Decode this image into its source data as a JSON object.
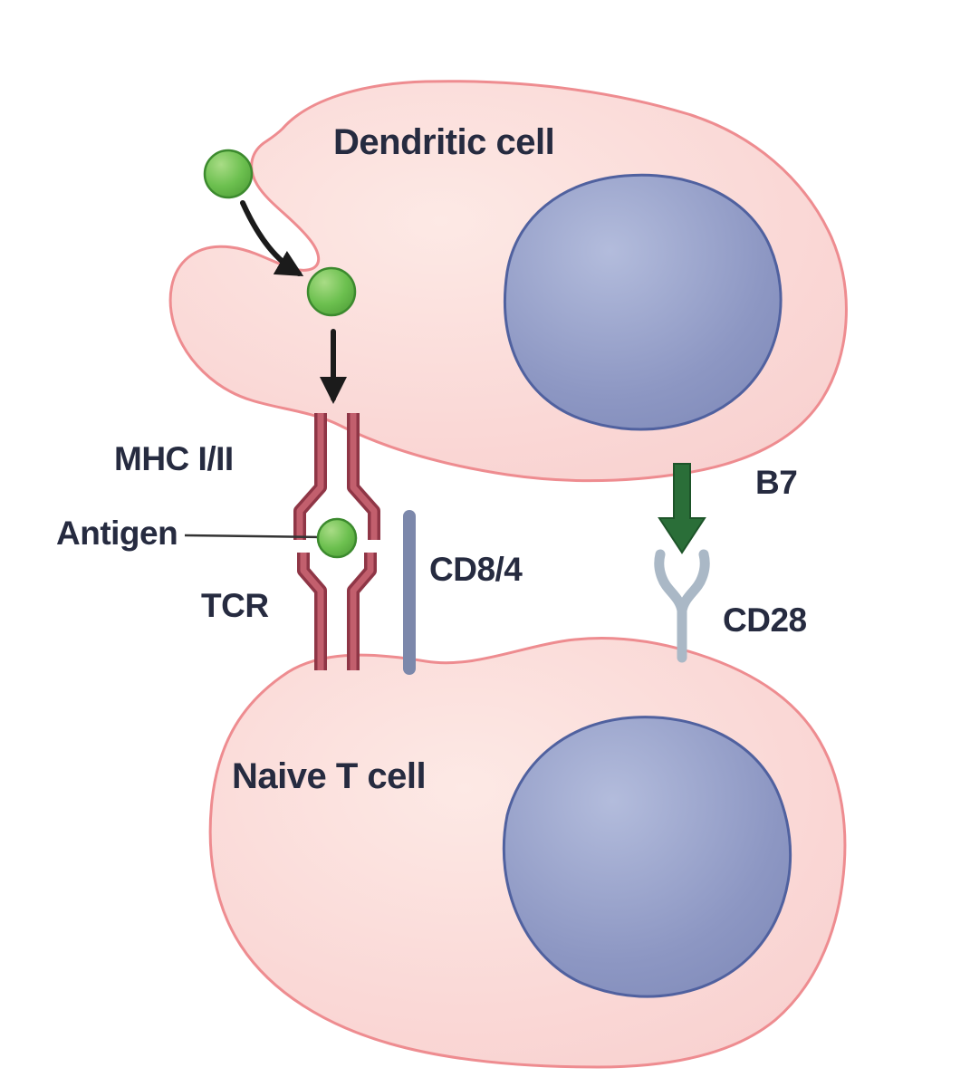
{
  "diagram": {
    "type": "immunology-antigen-presentation-diagram",
    "labels": {
      "dendritic_cell": "Dendritic cell",
      "mhc": "MHC I/II",
      "antigen": "Antigen",
      "tcr": "TCR",
      "cd8_4": "CD8/4",
      "b7": "B7",
      "cd28": "CD28",
      "naive_t_cell": "Naive T cell"
    },
    "colors": {
      "cell_fill": "#fad8d6",
      "cell_highlight": "#fde8e4",
      "cell_stroke": "#ee8c90",
      "nucleus_fill": "#8d97c3",
      "nucleus_stroke": "#50619f",
      "antigen_fill": "#6cc04f",
      "antigen_stroke": "#3c8a2e",
      "mhc_tcr_outer": "#8f3646",
      "mhc_tcr_inner": "#c25f6d",
      "cd8_4_color": "#7c88ab",
      "b7_arrow": "#2a6e38",
      "cd28_color": "#aab8c6",
      "black_arrow": "#1b1b1b",
      "text": "#262b40",
      "background": "#ffffff"
    }
  }
}
